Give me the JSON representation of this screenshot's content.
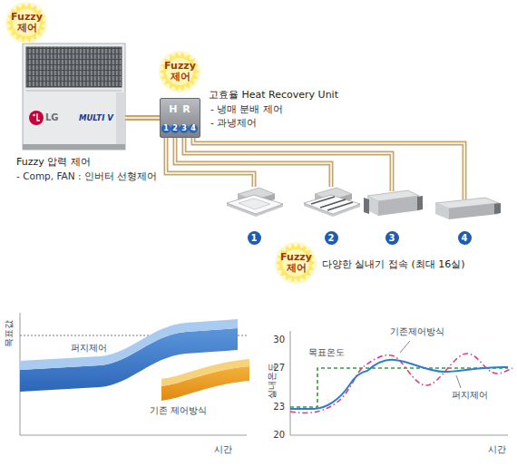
{
  "diagram": {
    "nodes": [
      {
        "text": [
          "Fuzzy 제어"
        ]
      },
      {
        "text": [
          "LG",
          "MULTI V"
        ]
      },
      {
        "text": [
          "Fuzzy 제어"
        ]
      },
      {
        "text": [
          "H R"
        ]
      },
      {
        "text": [
          "1"
        ],
        "in": 3
      },
      {
        "text": [
          "2"
        ],
        "in": 3
      },
      {
        "text": [
          "3"
        ],
        "in": 3
      },
      {
        "text": [
          "4"
        ],
        "in": 3
      },
      {
        "text": [
          "1"
        ]
      },
      {
        "text": [
          "2"
        ]
      },
      {
        "text": [
          "3"
        ]
      },
      {
        "text": [
          "4"
        ]
      },
      {
        "text": [
          "Fuzzy 제어"
        ]
      }
    ],
    "edges": [
      {
        "from": 1,
        "to": 3,
        "arrow": "none"
      },
      {
        "from": 4,
        "to": 8,
        "arrow": "none"
      },
      {
        "from": 5,
        "to": 9,
        "arrow": "none"
      },
      {
        "from": 6,
        "to": 10,
        "arrow": "none"
      },
      {
        "from": 7,
        "to": 11,
        "arrow": "none"
      }
    ],
    "labels": [
      "Fuzzy 압력 제어",
      "- Comp, FAN : 인버터 선형제어",
      "고효율 Heat Recovery Unit",
      "- 냉매 분배 제어",
      "- 과냉제어",
      "다양한 실내기 접속 (최대 16실)",
      "목표값",
      "퍼지제어",
      "기존 제어방식",
      "시간",
      "30",
      "27",
      "23",
      "20",
      "실내온도",
      "목표온도",
      "기존제어방식",
      "퍼지제어",
      "시간"
    ]
  }
}
